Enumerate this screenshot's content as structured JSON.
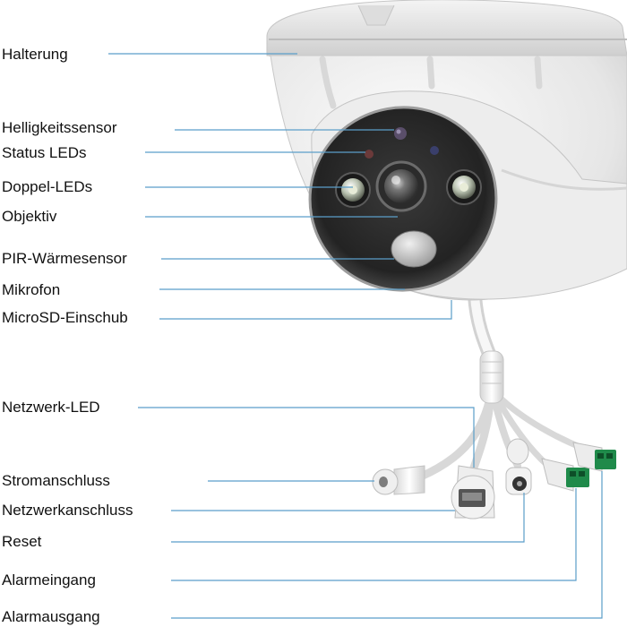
{
  "labels": {
    "halterung": "Halterung",
    "helligkeitssensor": "Helligkeitssensor",
    "status_leds": "Status LEDs",
    "doppel_leds": "Doppel-LEDs",
    "objektiv": "Objektiv",
    "pir_waermesensor": "PIR-Wärmesensor",
    "mikrofon": "Mikrofon",
    "microsd_einschub": "MicroSD-Einschub",
    "netzwerk_led": "Netzwerk-LED",
    "stromanschluss": "Stromanschluss",
    "netzwerkanschluss": "Netzwerkanschluss",
    "reset": "Reset",
    "alarmeingang": "Alarmeingang",
    "alarmausgang": "Alarmausgang"
  },
  "colors": {
    "leader_line": "#5b9ec9",
    "housing": "#e9e9e9",
    "bezel": "#2a2a2a",
    "terminal_green": "#1f8a4a"
  }
}
